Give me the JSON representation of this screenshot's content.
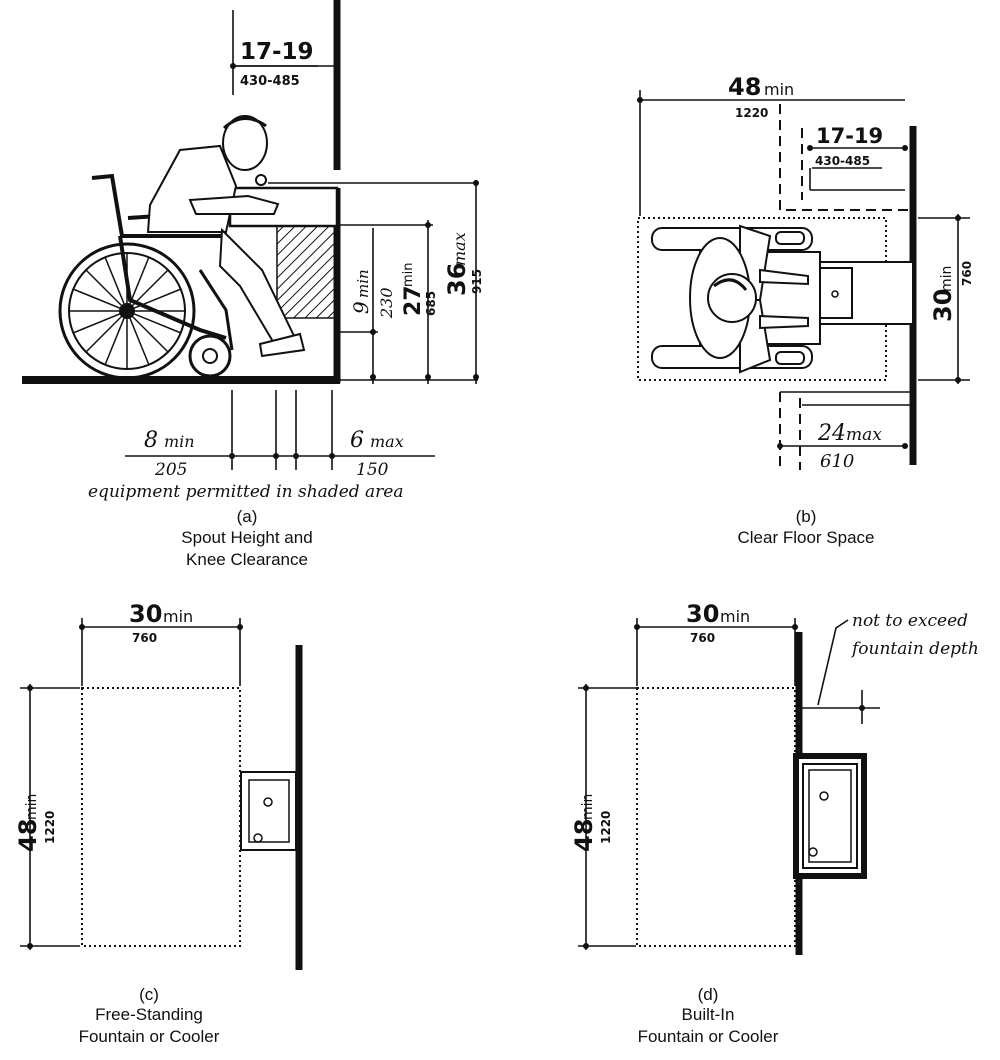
{
  "panel_a": {
    "dim_top": "17-19",
    "dim_top_mm": "430-485",
    "dim_9": "9",
    "dim_9_unit": "min",
    "dim_9_mm": "230",
    "dim_27": "27",
    "dim_27_unit": "min",
    "dim_27_mm": "685",
    "dim_36": "36",
    "dim_36_unit": "max",
    "dim_36_mm": "915",
    "dim_8": "8",
    "dim_8_unit": "min",
    "dim_8_mm": "205",
    "dim_6": "6",
    "dim_6_unit": "max",
    "dim_6_mm": "150",
    "note": "equipment permitted in shaded area",
    "letter": "(a)",
    "caption_line1": "Spout Height and",
    "caption_line2": "Knee Clearance"
  },
  "panel_b": {
    "dim_48": "48",
    "dim_48_unit": "min",
    "dim_48_mm": "1220",
    "dim_17": "17-19",
    "dim_17_mm": "430-485",
    "dim_30": "30",
    "dim_30_unit": "min",
    "dim_30_mm": "760",
    "dim_24": "24",
    "dim_24_unit": "max",
    "dim_24_mm": "610",
    "letter": "(b)",
    "caption_line1": "Clear Floor Space"
  },
  "panel_c": {
    "dim_30": "30",
    "dim_30_unit": "min",
    "dim_30_mm": "760",
    "dim_48": "48",
    "dim_48_unit": "min",
    "dim_48_mm": "1220",
    "letter": "(c)",
    "caption_line1": "Free-Standing",
    "caption_line2": "Fountain or Cooler"
  },
  "panel_d": {
    "dim_30": "30",
    "dim_30_unit": "min",
    "dim_30_mm": "760",
    "dim_48": "48",
    "dim_48_unit": "min",
    "dim_48_mm": "1220",
    "note_line1": "not to exceed",
    "note_line2": "fountain depth",
    "letter": "(d)",
    "caption_line1": "Built-In",
    "caption_line2": "Fountain or Cooler"
  }
}
